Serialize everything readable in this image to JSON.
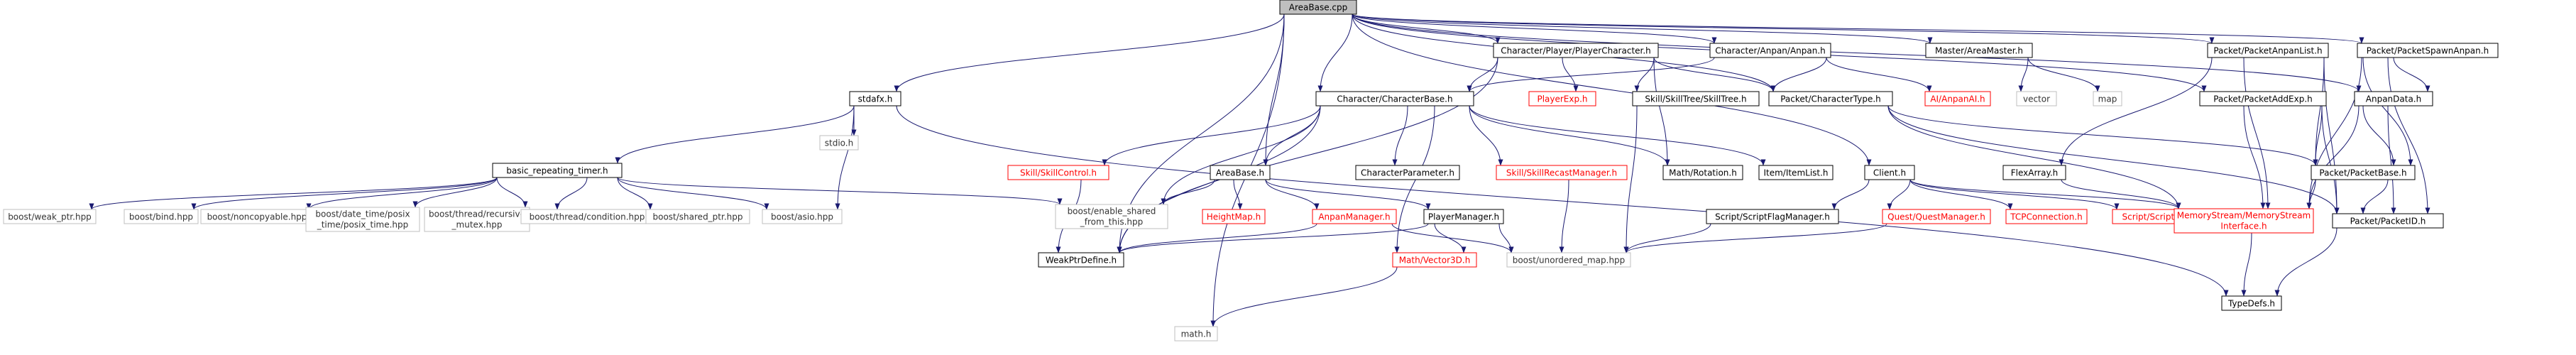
{
  "title": "AreaBase.cpp",
  "colors": {
    "edge": "#191970",
    "border_black": "#000000",
    "border_red": "#ff0000",
    "border_gray": "#bfbfbf",
    "text_red": "#ff0000",
    "text_gray": "#333333",
    "fill_root": "#bfbfbf",
    "fill_node": "#ffffff"
  },
  "nodes": [
    {
      "id": "root",
      "label": "AreaBase.cpp",
      "style": "root"
    },
    {
      "id": "stdafx",
      "label": "stdafx.h",
      "style": "black"
    },
    {
      "id": "playerchar",
      "label": "Character/Player/PlayerCharacter.h",
      "style": "black"
    },
    {
      "id": "anpanh",
      "label": "Character/Anpan/Anpan.h",
      "style": "black"
    },
    {
      "id": "areamaster",
      "label": "Master/AreaMaster.h",
      "style": "black"
    },
    {
      "id": "anpanlist",
      "label": "Packet/PacketAnpanList.h",
      "style": "black"
    },
    {
      "id": "spawnanpan",
      "label": "Packet/PacketSpawnAnpan.h",
      "style": "black"
    },
    {
      "id": "brt",
      "label": "basic_repeating_timer.h",
      "style": "black"
    },
    {
      "id": "stdioh",
      "label": "stdio.h",
      "style": "gray"
    },
    {
      "id": "charbase",
      "label": "Character/CharacterBase.h",
      "style": "black"
    },
    {
      "id": "playerexp",
      "label": "PlayerExp.h",
      "style": "red"
    },
    {
      "id": "skilltree",
      "label": "Skill/SkillTree/SkillTree.h",
      "style": "black"
    },
    {
      "id": "chartype",
      "label": "Packet/CharacterType.h",
      "style": "black"
    },
    {
      "id": "anpanai",
      "label": "AI/AnpanAI.h",
      "style": "red"
    },
    {
      "id": "vector",
      "label": "vector",
      "style": "gray"
    },
    {
      "id": "map",
      "label": "map",
      "style": "gray"
    },
    {
      "id": "addexp",
      "label": "Packet/PacketAddExp.h",
      "style": "black"
    },
    {
      "id": "anpandata",
      "label": "AnpanData.h",
      "style": "black"
    },
    {
      "id": "weakptr",
      "label": "boost/weak_ptr.hpp",
      "style": "gray"
    },
    {
      "id": "bind",
      "label": "boost/bind.hpp",
      "style": "gray"
    },
    {
      "id": "noncopyable",
      "label": "boost/noncopyable.hpp",
      "style": "gray"
    },
    {
      "id": "posixtime",
      "label": "boost/date_time/posix\n_time/posix_time.hpp",
      "style": "gray"
    },
    {
      "id": "recmutex",
      "label": "boost/thread/recursive\n_mutex.hpp",
      "style": "gray"
    },
    {
      "id": "condition",
      "label": "boost/thread/condition.hpp",
      "style": "gray"
    },
    {
      "id": "sharedptr",
      "label": "boost/shared_ptr.hpp",
      "style": "gray"
    },
    {
      "id": "asio",
      "label": "boost/asio.hpp",
      "style": "gray"
    },
    {
      "id": "enableshared",
      "label": "boost/enable_shared\n_from_this.hpp",
      "style": "gray"
    },
    {
      "id": "skillcontrol",
      "label": "Skill/SkillControl.h",
      "style": "red"
    },
    {
      "id": "areabaseh",
      "label": "AreaBase.h",
      "style": "black"
    },
    {
      "id": "charparam",
      "label": "CharacterParameter.h",
      "style": "black"
    },
    {
      "id": "recastmgr",
      "label": "Skill/SkillRecastManager.h",
      "style": "red"
    },
    {
      "id": "mathrot",
      "label": "Math/Rotation.h",
      "style": "black"
    },
    {
      "id": "itemlist",
      "label": "Item/ItemList.h",
      "style": "black"
    },
    {
      "id": "client",
      "label": "Client.h",
      "style": "black"
    },
    {
      "id": "flexarray",
      "label": "FlexArray.h",
      "style": "black"
    },
    {
      "id": "packetbase",
      "label": "Packet/PacketBase.h",
      "style": "black"
    },
    {
      "id": "heightmap",
      "label": "HeightMap.h",
      "style": "red"
    },
    {
      "id": "anpanmgr",
      "label": "AnpanManager.h",
      "style": "red"
    },
    {
      "id": "playermgr",
      "label": "PlayerManager.h",
      "style": "black"
    },
    {
      "id": "scriptflag",
      "label": "Script/ScriptFlagManager.h",
      "style": "black"
    },
    {
      "id": "questmgr",
      "label": "Quest/QuestManager.h",
      "style": "red"
    },
    {
      "id": "tcpconn",
      "label": "TCPConnection.h",
      "style": "red"
    },
    {
      "id": "scriptexec",
      "label": "Script/ScriptExecuter.h",
      "style": "red"
    },
    {
      "id": "memstream",
      "label": "MemoryStream/MemoryStream\nInterface.h",
      "style": "red"
    },
    {
      "id": "packetid",
      "label": "Packet/PacketID.h",
      "style": "black"
    },
    {
      "id": "weakptrdef",
      "label": "WeakPtrDefine.h",
      "style": "black"
    },
    {
      "id": "vector3d",
      "label": "Math/Vector3D.h",
      "style": "red"
    },
    {
      "id": "unorderedmap",
      "label": "boost/unordered_map.hpp",
      "style": "gray"
    },
    {
      "id": "typedefs",
      "label": "TypeDefs.h",
      "style": "black"
    },
    {
      "id": "mathh",
      "label": "math.h",
      "style": "gray"
    }
  ],
  "edges": [
    [
      "root",
      "stdafx"
    ],
    [
      "root",
      "playerchar"
    ],
    [
      "root",
      "anpanh"
    ],
    [
      "root",
      "areamaster"
    ],
    [
      "root",
      "anpanlist"
    ],
    [
      "root",
      "spawnanpan"
    ],
    [
      "root",
      "charbase"
    ],
    [
      "root",
      "chartype"
    ],
    [
      "root",
      "areabaseh"
    ],
    [
      "root",
      "weakptrdef"
    ],
    [
      "root",
      "mathh"
    ],
    [
      "root",
      "client"
    ],
    [
      "root",
      "addexp"
    ],
    [
      "root",
      "anpandata"
    ],
    [
      "stdafx",
      "brt"
    ],
    [
      "stdafx",
      "stdioh"
    ],
    [
      "stdafx",
      "asio"
    ],
    [
      "stdafx",
      "typedefs"
    ],
    [
      "brt",
      "weakptr"
    ],
    [
      "brt",
      "bind"
    ],
    [
      "brt",
      "noncopyable"
    ],
    [
      "brt",
      "posixtime"
    ],
    [
      "brt",
      "recmutex"
    ],
    [
      "brt",
      "condition"
    ],
    [
      "brt",
      "sharedptr"
    ],
    [
      "brt",
      "asio"
    ],
    [
      "brt",
      "enableshared"
    ],
    [
      "playerchar",
      "charbase"
    ],
    [
      "playerchar",
      "playerexp"
    ],
    [
      "playerchar",
      "skilltree"
    ],
    [
      "playerchar",
      "chartype"
    ],
    [
      "playerchar",
      "weakptrdef"
    ],
    [
      "playerchar",
      "mathrot"
    ],
    [
      "anpanh",
      "charbase"
    ],
    [
      "anpanh",
      "chartype"
    ],
    [
      "anpanh",
      "anpanai"
    ],
    [
      "areamaster",
      "vector"
    ],
    [
      "areamaster",
      "map"
    ],
    [
      "anpanlist",
      "packetbase"
    ],
    [
      "anpanlist",
      "packetid"
    ],
    [
      "anpanlist",
      "memstream"
    ],
    [
      "anpanlist",
      "flexarray"
    ],
    [
      "spawnanpan",
      "anpandata"
    ],
    [
      "spawnanpan",
      "packetbase"
    ],
    [
      "spawnanpan",
      "packetid"
    ],
    [
      "spawnanpan",
      "memstream"
    ],
    [
      "charbase",
      "skillcontrol"
    ],
    [
      "charbase",
      "areabaseh"
    ],
    [
      "charbase",
      "charparam"
    ],
    [
      "charbase",
      "recastmgr"
    ],
    [
      "charbase",
      "mathrot"
    ],
    [
      "charbase",
      "itemlist"
    ],
    [
      "charbase",
      "enableshared"
    ],
    [
      "charbase",
      "weakptrdef"
    ],
    [
      "charbase",
      "vector3d"
    ],
    [
      "skilltree",
      "unorderedmap"
    ],
    [
      "chartype",
      "packetbase"
    ],
    [
      "chartype",
      "packetid"
    ],
    [
      "chartype",
      "memstream"
    ],
    [
      "addexp",
      "packetbase"
    ],
    [
      "addexp",
      "packetid"
    ],
    [
      "addexp",
      "memstream"
    ],
    [
      "anpandata",
      "packetbase"
    ],
    [
      "anpandata",
      "packetid"
    ],
    [
      "anpandata",
      "memstream"
    ],
    [
      "skillcontrol",
      "weakptrdef"
    ],
    [
      "areabaseh",
      "heightmap"
    ],
    [
      "areabaseh",
      "anpanmgr"
    ],
    [
      "areabaseh",
      "playermgr"
    ],
    [
      "areabaseh",
      "enableshared"
    ],
    [
      "anpanmgr",
      "weakptrdef"
    ],
    [
      "anpanmgr",
      "unorderedmap"
    ],
    [
      "playermgr",
      "vector3d"
    ],
    [
      "playermgr",
      "unorderedmap"
    ],
    [
      "playermgr",
      "weakptrdef"
    ],
    [
      "recastmgr",
      "unorderedmap"
    ],
    [
      "client",
      "scriptflag"
    ],
    [
      "client",
      "questmgr"
    ],
    [
      "client",
      "tcpconn"
    ],
    [
      "client",
      "scriptexec"
    ],
    [
      "client",
      "memstream"
    ],
    [
      "scriptflag",
      "unorderedmap"
    ],
    [
      "questmgr",
      "unorderedmap"
    ],
    [
      "flexarray",
      "memstream"
    ],
    [
      "packetbase",
      "packetid"
    ],
    [
      "packetbase",
      "memstream"
    ],
    [
      "memstream",
      "typedefs"
    ],
    [
      "packetid",
      "typedefs"
    ],
    [
      "vector3d",
      "mathh"
    ]
  ]
}
